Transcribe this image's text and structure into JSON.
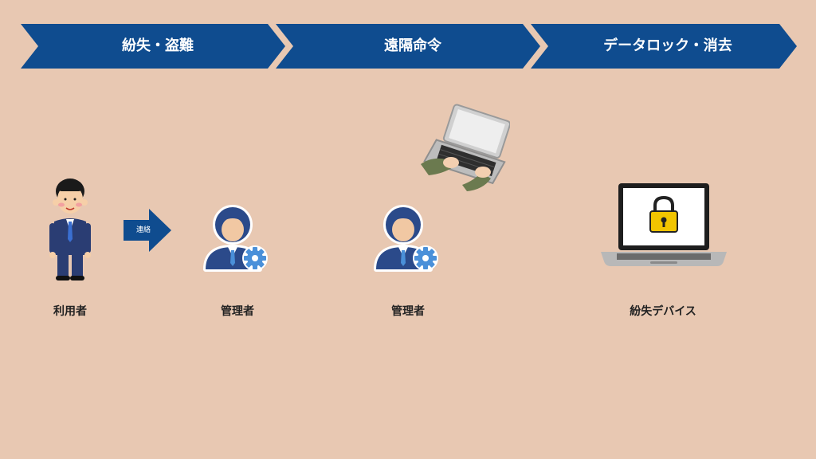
{
  "steps": [
    {
      "label": "紛失・盗難"
    },
    {
      "label": "遠隔命令"
    },
    {
      "label": "データロック・消去"
    }
  ],
  "arrow_label": "連絡",
  "actors": {
    "user": "利用者",
    "admin_1": "管理者",
    "admin_2": "管理者",
    "device": "紛失デバイス"
  },
  "colors": {
    "background": "#e8c8b2",
    "chevron": "#0f4c8f",
    "admin_icon": "#2b4a8a",
    "gear": "#4a90d9",
    "lock": "#f2c500"
  }
}
